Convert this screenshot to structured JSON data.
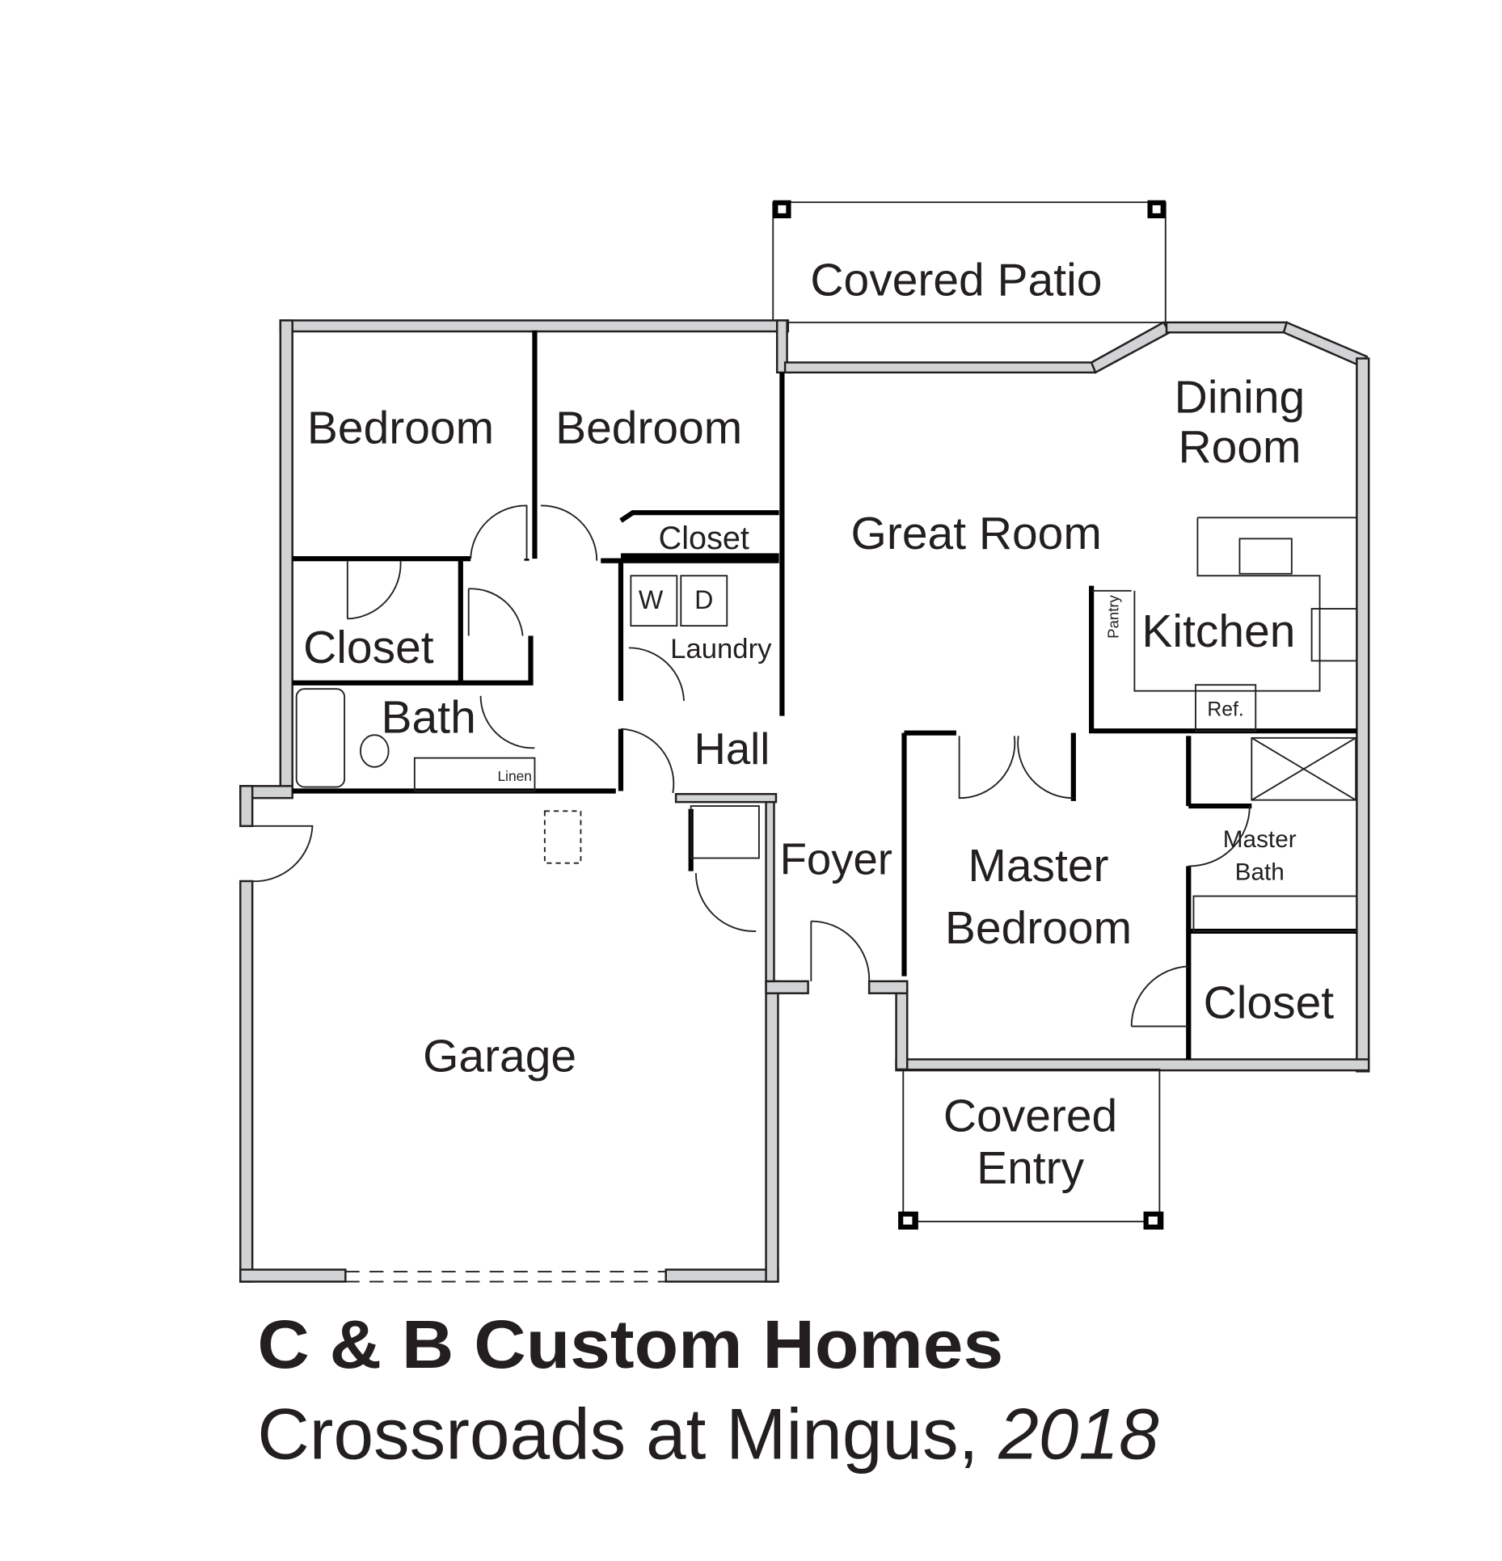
{
  "plan": {
    "rooms": {
      "covered_patio": "Covered Patio",
      "bedroom_1": "Bedroom",
      "bedroom_2": "Bedroom",
      "dining_room_1": "Dining",
      "dining_room_2": "Room",
      "great_room": "Great Room",
      "closet_upper": "Closet",
      "closet_left": "Closet",
      "washer": "W",
      "dryer": "D",
      "laundry": "Laundry",
      "pantry": "Pantry",
      "kitchen": "Kitchen",
      "refrigerator": "Ref.",
      "bath": "Bath",
      "linen": "Linen",
      "hall": "Hall",
      "foyer": "Foyer",
      "master_bedroom_1": "Master",
      "master_bedroom_2": "Bedroom",
      "master_bath_1": "Master",
      "master_bath_2": "Bath",
      "closet_master": "Closet",
      "garage": "Garage",
      "covered_entry_1": "Covered",
      "covered_entry_2": "Entry"
    }
  },
  "title": {
    "company": "C & B Custom Homes",
    "community": "Crossroads at Mingus,",
    "year": "2018"
  }
}
